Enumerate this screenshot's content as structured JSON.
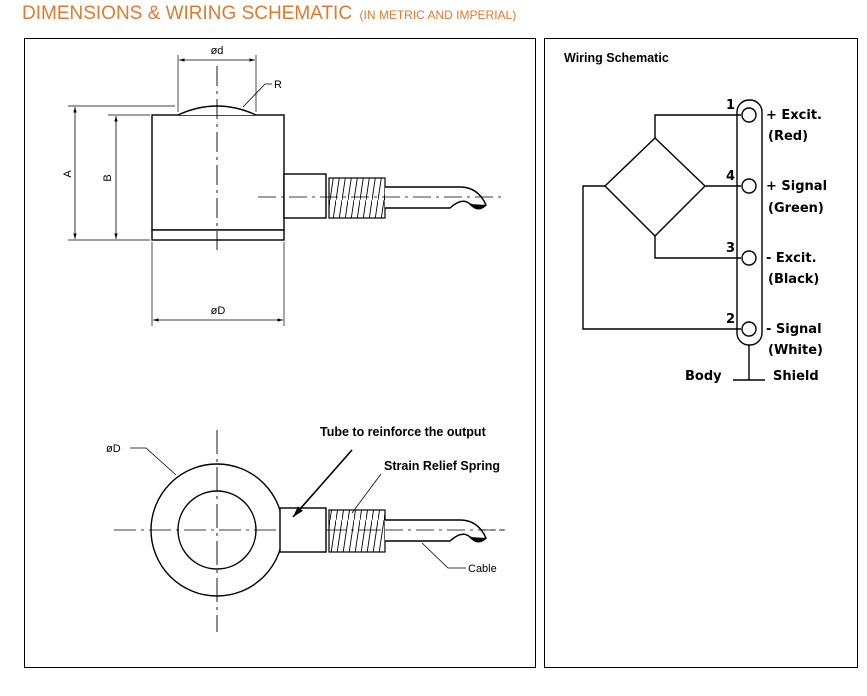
{
  "header": {
    "title": "DIMENSIONS & WIRING SCHEMATIC",
    "subtitle": "(IN METRIC AND IMPERIAL)",
    "accent_color": "#e07a2e"
  },
  "dimensions_panel": {
    "side_view": {
      "dim_small_diameter": "ød",
      "dim_radius": "R",
      "dim_height_a": "A",
      "dim_height_b": "B",
      "dim_large_diameter": "øD"
    },
    "top_view": {
      "dim_large_diameter": "øD",
      "tube_callout": "Tube to reinforce the output",
      "spring_callout": "Strain Relief Spring",
      "cable_callout": "Cable"
    }
  },
  "wiring_panel": {
    "title": "Wiring Schematic",
    "pins": [
      {
        "number": "1",
        "name": "+ Excit.",
        "color_label": "(Red)"
      },
      {
        "number": "4",
        "name": "+ Signal",
        "color_label": "(Green)"
      },
      {
        "number": "3",
        "name": "- Excit.",
        "color_label": "(Black)"
      },
      {
        "number": "2",
        "name": "- Signal",
        "color_label": "(White)"
      }
    ],
    "body_label": "Body",
    "shield_label": "Shield"
  }
}
